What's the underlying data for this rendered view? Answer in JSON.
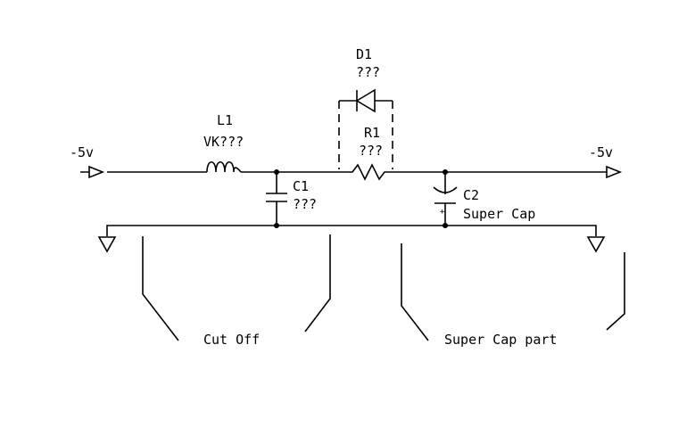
{
  "input_label": "-5v",
  "output_label": "-5v",
  "components": {
    "L1": {
      "ref": "L1",
      "value": "VK???"
    },
    "D1": {
      "ref": "D1",
      "value": "???"
    },
    "R1": {
      "ref": "R1",
      "value": "???"
    },
    "C1": {
      "ref": "C1",
      "value": "???"
    },
    "C2": {
      "ref": "C2",
      "value": "Super Cap",
      "polarity": "+"
    }
  },
  "annotations": {
    "left": "Cut Off",
    "right": "Super Cap part"
  }
}
